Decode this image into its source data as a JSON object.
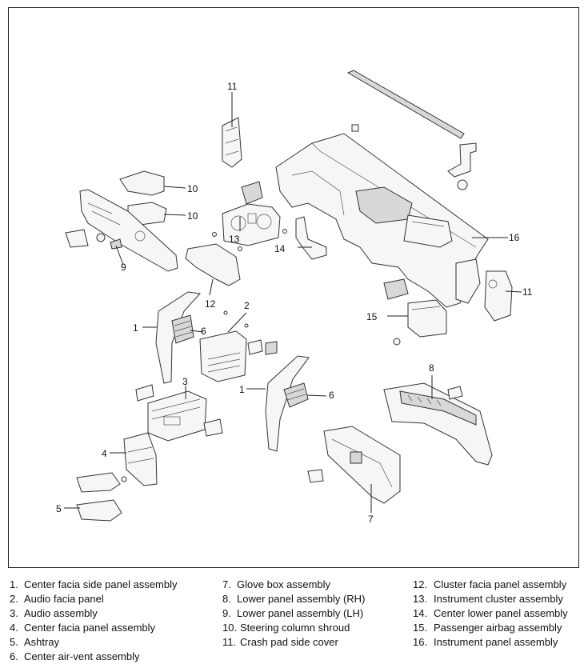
{
  "legend": [
    {
      "num": "1.",
      "label": "Center facia side panel assembly"
    },
    {
      "num": "2.",
      "label": "Audio facia panel"
    },
    {
      "num": "3.",
      "label": "Audio assembly"
    },
    {
      "num": "4.",
      "label": "Center facia panel assembly"
    },
    {
      "num": "5.",
      "label": "Ashtray"
    },
    {
      "num": "6.",
      "label": "Center air-vent assembly"
    },
    {
      "num": "7.",
      "label": "Glove box assembly"
    },
    {
      "num": "8.",
      "label": "Lower panel assembly (RH)"
    },
    {
      "num": "9.",
      "label": "Lower panel assembly (LH)"
    },
    {
      "num": "10.",
      "label": "Steering column shroud"
    },
    {
      "num": "11.",
      "label": "Crash pad side cover"
    },
    {
      "num": "12.",
      "label": "Cluster facia panel assembly"
    },
    {
      "num": "13.",
      "label": "Instrument cluster assembly"
    },
    {
      "num": "14.",
      "label": "Center lower panel assembly"
    },
    {
      "num": "15.",
      "label": "Passenger airbag assembly"
    },
    {
      "num": "16.",
      "label": "Instrument panel assembly"
    }
  ],
  "callouts": {
    "c11a": "11",
    "c10a": "10",
    "c10b": "10",
    "c13": "13",
    "c9": "9",
    "c14": "14",
    "c16": "16",
    "c11b": "11",
    "c12": "12",
    "c2": "2",
    "c1a": "1",
    "c6a": "6",
    "c15": "15",
    "c3": "3",
    "c1b": "1",
    "c6b": "6",
    "c8": "8",
    "c4": "4",
    "c5": "5",
    "c7": "7"
  }
}
